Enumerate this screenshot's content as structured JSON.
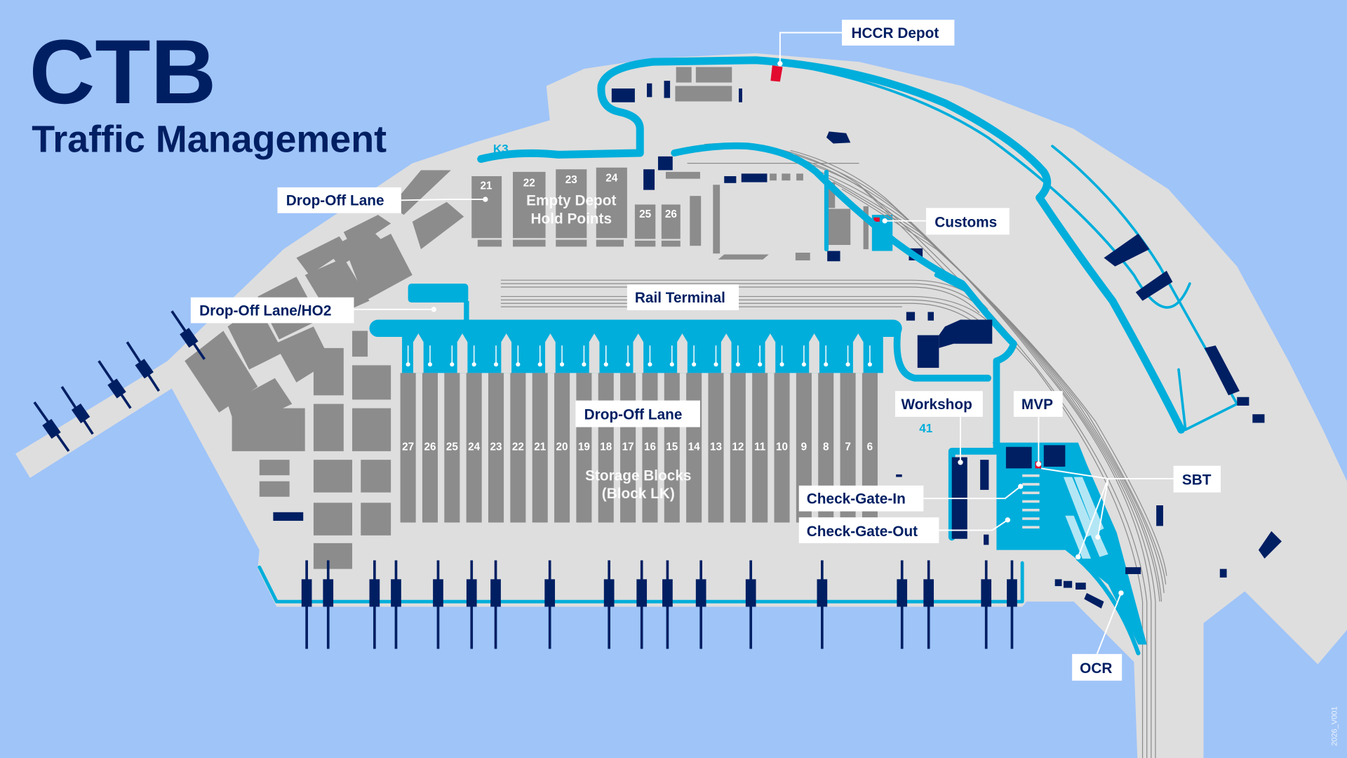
{
  "title": {
    "main": "CTB",
    "subtitle": "Traffic Management"
  },
  "labels": {
    "hccr_depot": "HCCR Depot",
    "drop_off_lane_north": "Drop-Off Lane",
    "drop_off_lane_ho2": "Drop-Off Lane/HO2",
    "rail_terminal": "Rail Terminal",
    "customs": "Customs",
    "drop_off_lane_storage": "Drop-Off Lane",
    "workshop": "Workshop",
    "mvp": "MVP",
    "sbt": "SBT",
    "check_gate_in": "Check-Gate-In",
    "check_gate_out": "Check-Gate-Out",
    "ocr": "OCR"
  },
  "area_text": {
    "k3": "K3",
    "area_41": "41",
    "empty_depot_line1": "Empty Depot",
    "empty_depot_line2": "Hold Points",
    "storage_line1": "Storage Blocks",
    "storage_line2": "(Block LK)"
  },
  "empty_depot_blocks": [
    "21",
    "22",
    "23",
    "24",
    "25",
    "26"
  ],
  "storage_blocks": [
    "27",
    "26",
    "25",
    "24",
    "23",
    "22",
    "21",
    "20",
    "19",
    "18",
    "17",
    "16",
    "15",
    "14",
    "13",
    "12",
    "11",
    "10",
    "9",
    "8",
    "7",
    "6"
  ],
  "version": "2026_V001",
  "colors": {
    "water": "#9fc4f8",
    "land": "#dedede",
    "block_gray": "#8c8c8c",
    "road_cyan": "#00aedb",
    "navy": "#001f63",
    "highlight_red": "#e30a2f"
  }
}
